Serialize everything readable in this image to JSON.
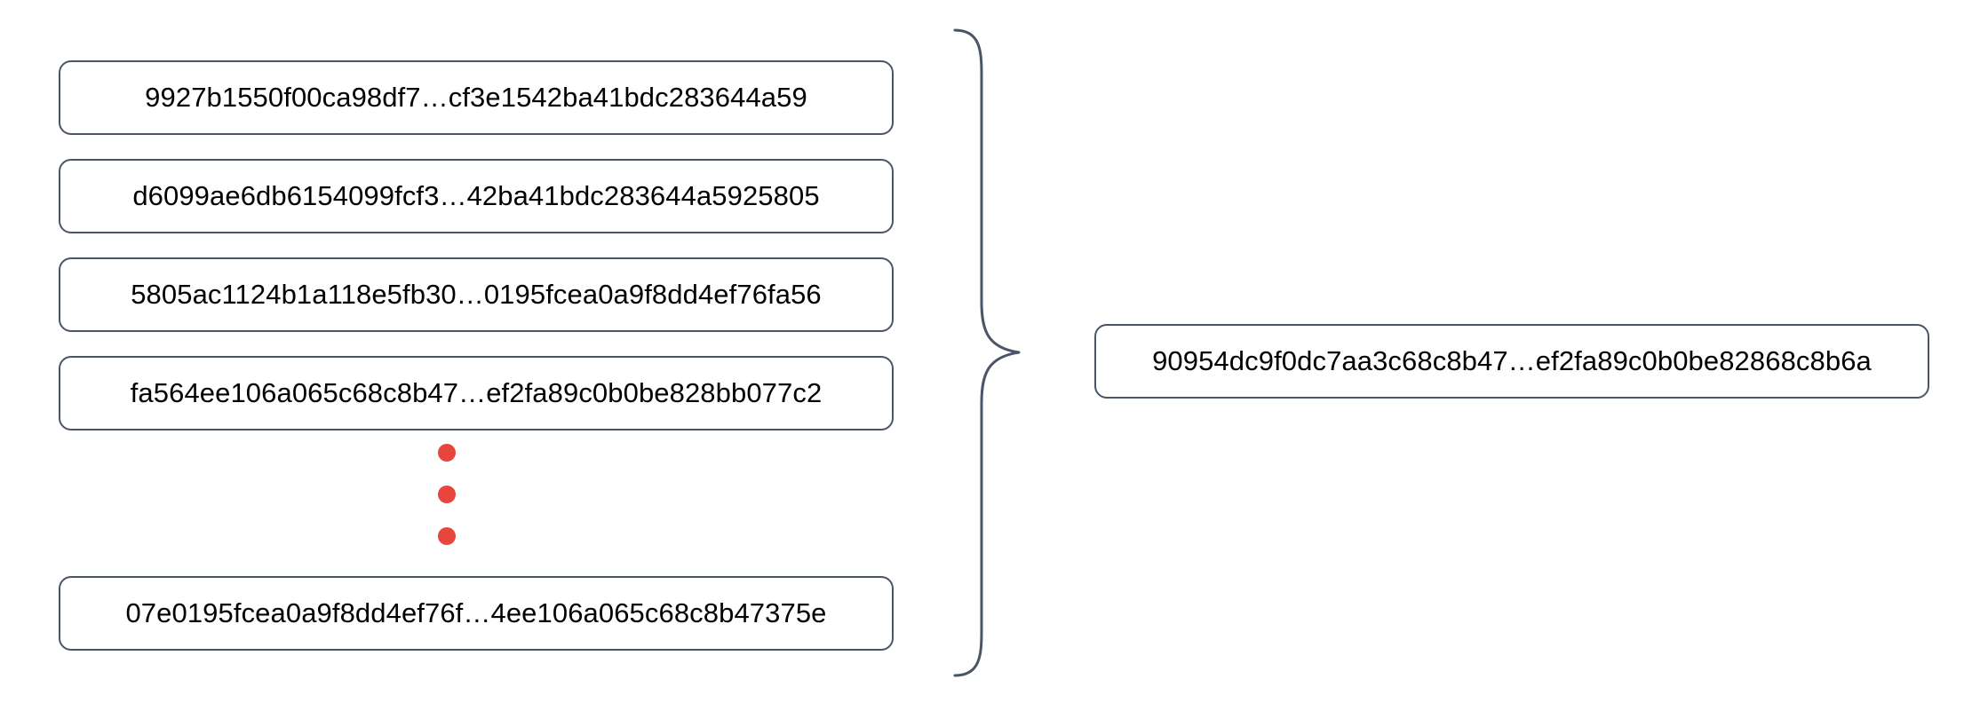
{
  "diagram": {
    "type": "hash-aggregation",
    "inputs": [
      {
        "id": "input-hash-1",
        "text": "9927b1550f00ca98df7…cf3e1542ba41bdc283644a59"
      },
      {
        "id": "input-hash-2",
        "text": "d6099ae6db6154099fcf3…42ba41bdc283644a5925805"
      },
      {
        "id": "input-hash-3",
        "text": "5805ac1124b1a118e5fb30…0195fcea0a9f8dd4ef76fa56"
      },
      {
        "id": "input-hash-4",
        "text": "fa564ee106a065c68c8b47…ef2fa89c0b0be828bb077c2"
      },
      {
        "id": "input-hash-last",
        "text": "07e0195fcea0a9f8dd4ef76f…4ee106a065c68c8b47375e"
      }
    ],
    "ellipsis": {
      "name": "vertical-ellipsis",
      "dot_count": 3,
      "color": "#e8453c"
    },
    "brace": {
      "name": "curly-brace",
      "orientation": "right-pointing",
      "color": "#4a5568"
    },
    "output": {
      "id": "output-hash",
      "text": "90954dc9f0dc7aa3c68c8b47…ef2fa89c0b0be82868c8b6a"
    },
    "colors": {
      "box_border": "#4a5568",
      "box_fill": "#ffffff",
      "text": "#000000",
      "accent_dot": "#e8453c",
      "background": "#ffffff"
    }
  }
}
